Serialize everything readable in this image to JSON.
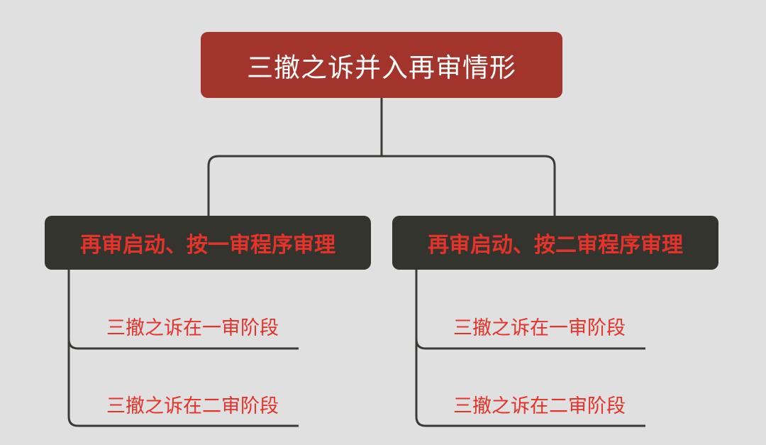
{
  "colors": {
    "background": "#e0e0e0",
    "root_fill": "#a3342b",
    "root_text": "#ffffff",
    "branch_fill": "#34342e",
    "accent_text": "#e3332a",
    "connector": "#3a3a36"
  },
  "root": {
    "label": "三撤之诉并入再审情形"
  },
  "branches": [
    {
      "label": "再审启动、按一审程序审理",
      "children": [
        {
          "label": "三撤之诉在一审阶段"
        },
        {
          "label": "三撤之诉在二审阶段"
        }
      ]
    },
    {
      "label": "再审启动、按二审程序审理",
      "children": [
        {
          "label": "三撤之诉在一审阶段"
        },
        {
          "label": "三撤之诉在二审阶段"
        }
      ]
    }
  ]
}
